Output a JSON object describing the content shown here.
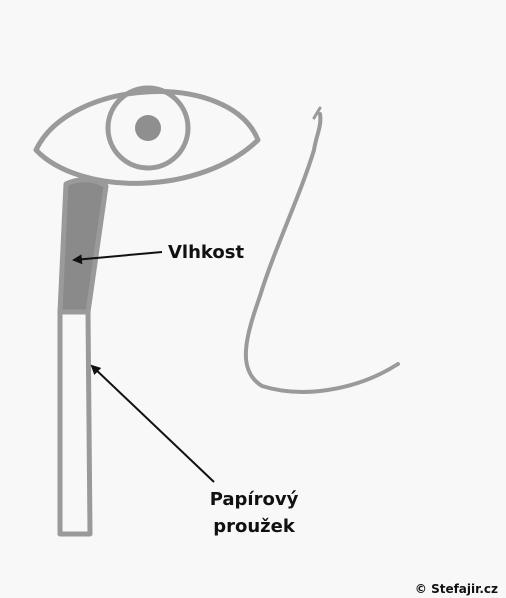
{
  "diagram": {
    "labels": {
      "moisture": "Vlhkost",
      "strip_line1": "Papírový",
      "strip_line2": "proužek"
    },
    "copyright": "© Stefajir.cz",
    "colors": {
      "background": "#f8f8f8",
      "marker": "#9a9a9a",
      "wet_fill": "#8a8a8a",
      "pupil": "#8f8f8f",
      "arrow": "#111111",
      "text": "#111111"
    }
  }
}
